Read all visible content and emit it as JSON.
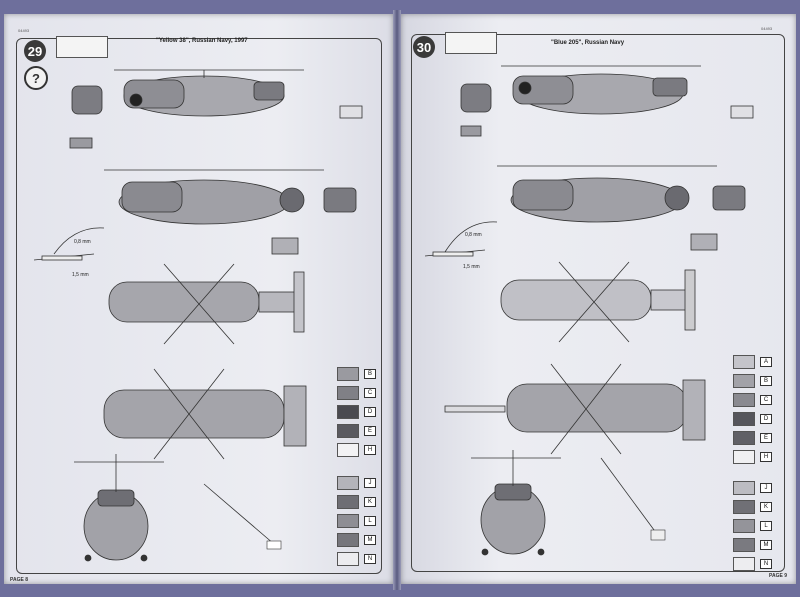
{
  "left_page": {
    "step_number": "29",
    "help_symbol": "?",
    "title": "\"Yellow 38\", Russian Navy, 1997",
    "page_label": "PAGE 8",
    "doc_code": "04493",
    "thickness_note": "0,8 mm",
    "dimension_note": "1,5 mm",
    "swatches": [
      {
        "label": "B",
        "color": "#9a9aa0"
      },
      {
        "label": "C",
        "color": "#808086"
      },
      {
        "label": "D",
        "color": "#4a4a50"
      },
      {
        "label": "E",
        "color": "#5a5a60"
      },
      {
        "label": "H",
        "color": "#f2f2f4"
      },
      {
        "label": "J",
        "color": "#b4b4ba"
      },
      {
        "label": "K",
        "color": "#6e6e74"
      },
      {
        "label": "L",
        "color": "#8e8e94"
      },
      {
        "label": "M",
        "color": "#76767c"
      },
      {
        "label": "N",
        "color": "#ececef"
      }
    ]
  },
  "right_page": {
    "step_number": "30",
    "title": "\"Blue 205\", Russian Navy",
    "page_label": "PAGE 9",
    "doc_code": "04493",
    "thickness_note": "0,8 mm",
    "dimension_note": "1,5 mm",
    "swatches": [
      {
        "label": "A",
        "color": "#c4c4ca"
      },
      {
        "label": "B",
        "color": "#a2a2a8"
      },
      {
        "label": "C",
        "color": "#8a8a90"
      },
      {
        "label": "D",
        "color": "#56565c"
      },
      {
        "label": "E",
        "color": "#606066"
      },
      {
        "label": "H",
        "color": "#f0f0f2"
      },
      {
        "label": "J",
        "color": "#bcbcc2"
      },
      {
        "label": "K",
        "color": "#707076"
      },
      {
        "label": "L",
        "color": "#94949a"
      },
      {
        "label": "M",
        "color": "#7a7a80"
      },
      {
        "label": "N",
        "color": "#ededf0"
      }
    ]
  }
}
